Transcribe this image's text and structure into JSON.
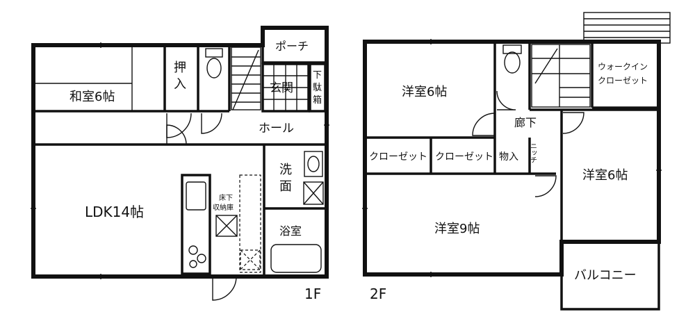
{
  "floor1": {
    "label": "1F",
    "rooms": {
      "washitsu": "和室6帖",
      "oshiire_a": "押",
      "oshiire_b": "入",
      "porch": "ポーチ",
      "genkan": "玄関",
      "shoe_a": "下",
      "shoe_b": "駄",
      "shoe_c": "箱",
      "hall": "ホール",
      "ldk": "LDK14帖",
      "underfloor_a": "床下",
      "underfloor_b": "収納庫",
      "senmen_a": "洗",
      "senmen_b": "面",
      "bath": "浴室"
    }
  },
  "floor2": {
    "label": "2F",
    "rooms": {
      "western_nw": "洋室6帖",
      "corridor": "廊下",
      "walkin_a": "ウォークイン",
      "walkin_b": "クローゼット",
      "closet_1": "クローゼット",
      "closet_2": "クローゼット",
      "storage": "物入",
      "niche": "ニッチ",
      "western_e": "洋室6帖",
      "western_s": "洋室9帖",
      "balcony": "バルコニー"
    }
  }
}
